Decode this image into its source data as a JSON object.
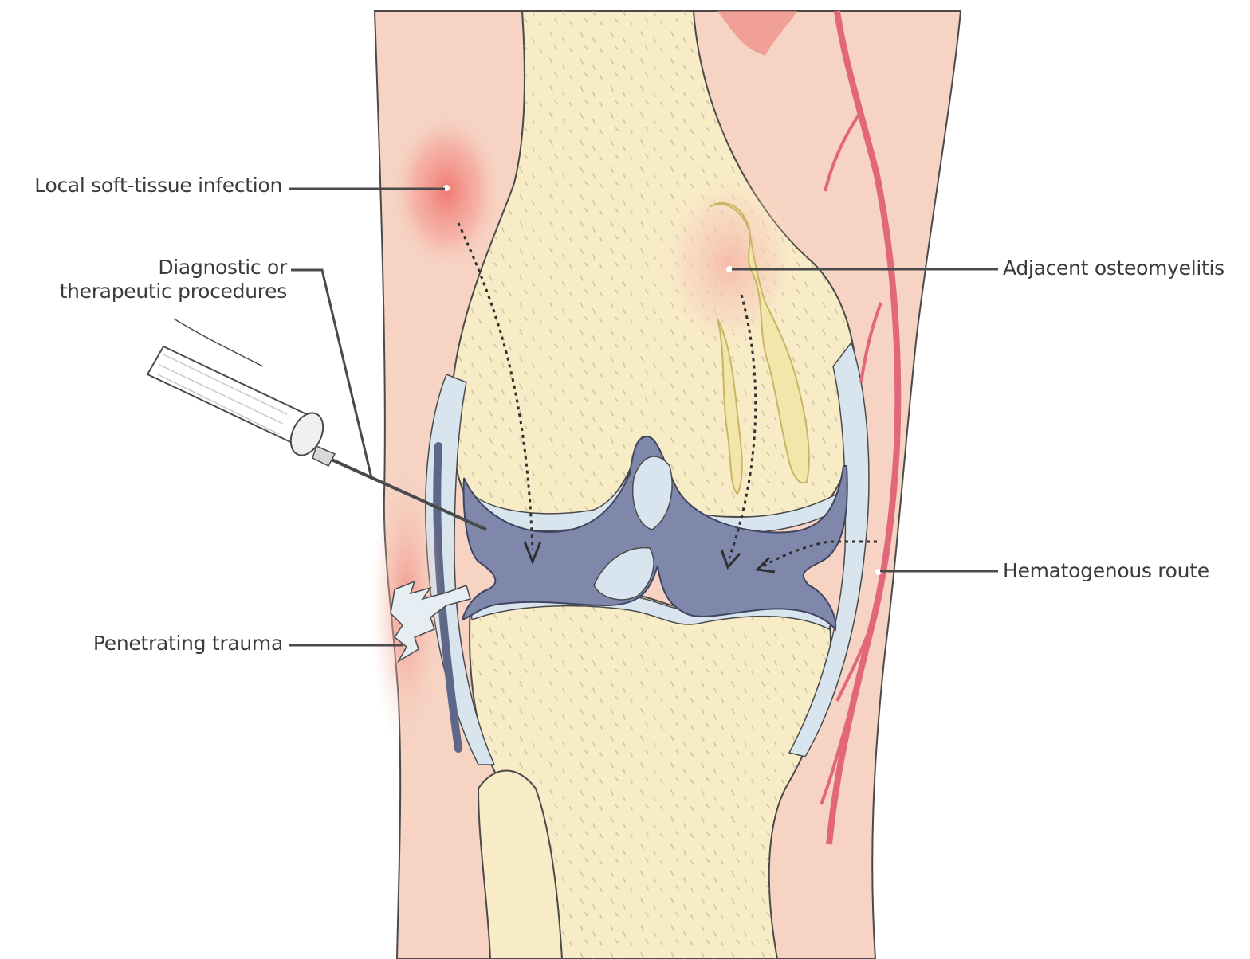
{
  "figure": {
    "labels": {
      "soft_tissue": "Local soft-tissue infection",
      "diagnostic_line1": "Diagnostic or",
      "diagnostic_line2": "therapeutic procedures",
      "trauma": "Penetrating trauma",
      "osteomyelitis": "Adjacent osteomyelitis",
      "hematogenous": "Hematogenous route"
    },
    "colors": {
      "skin": "#f6d3c3",
      "bone": "#f8ecc6",
      "cartilage": "#d8e5ee",
      "synovial_space": "#7f88ab",
      "inflammation": "#f08a84",
      "vessel": "#e2677a",
      "leader_line": "#4a4a4a"
    }
  }
}
